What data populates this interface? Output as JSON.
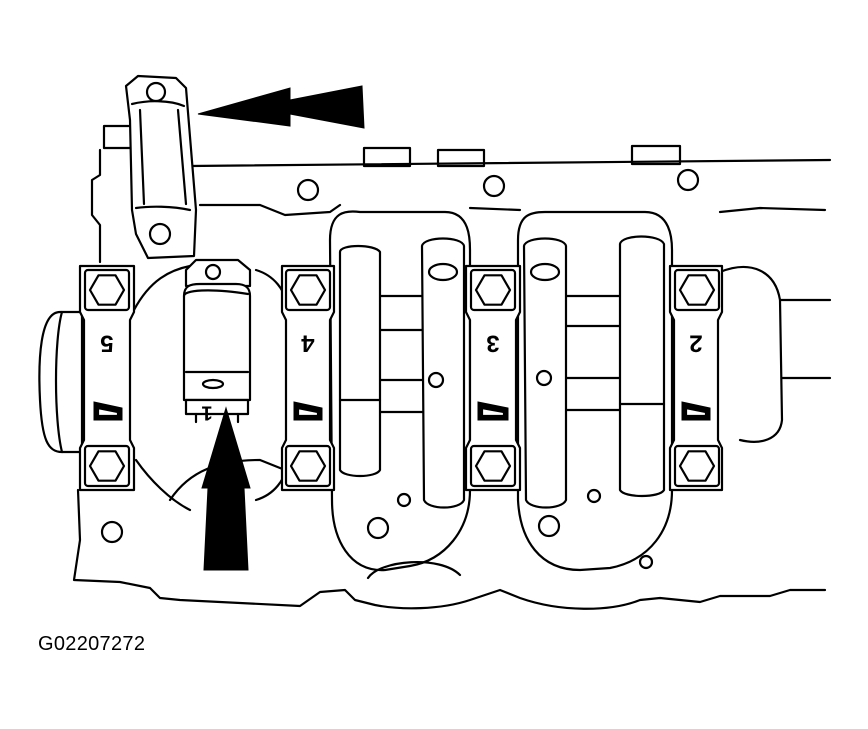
{
  "figure": {
    "code": "G02207272",
    "cap_numbers": [
      "5",
      "4",
      "3",
      "2"
    ],
    "removed_cap_number": "1",
    "colors": {
      "line": "#000000",
      "background": "#ffffff"
    }
  }
}
